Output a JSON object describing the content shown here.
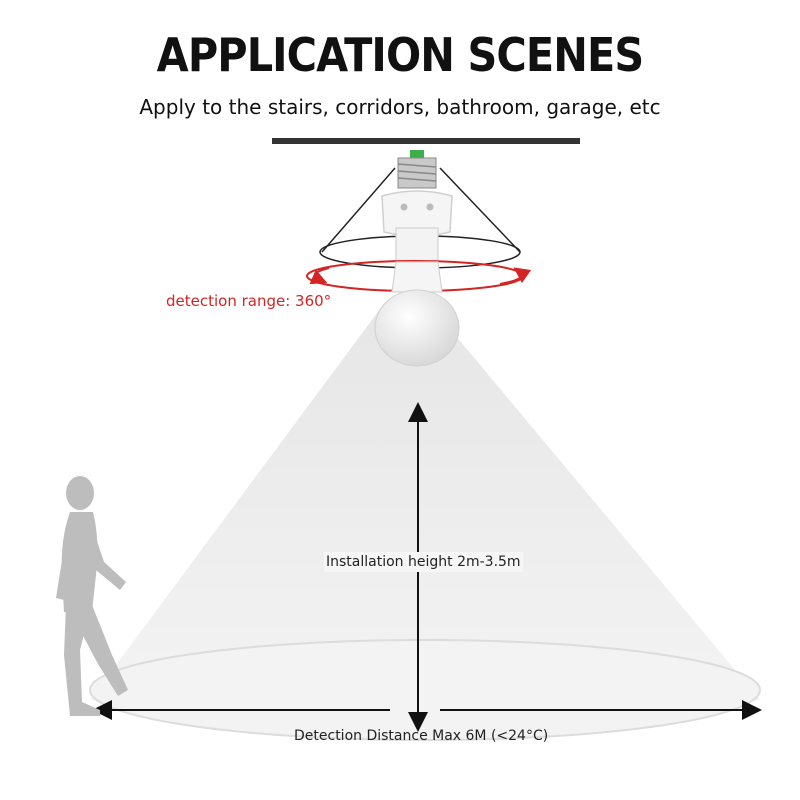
{
  "header": {
    "title": "APPLICATION SCENES",
    "subtitle": "Apply to the stairs, corridors, bathroom, garage, etc"
  },
  "labels": {
    "detection_range": "detection range: 360°",
    "installation_height": "Installation height 2m-3.5m",
    "detection_distance": "Detection Distance Max 6M (<24°C)"
  },
  "colors": {
    "accent_red": "#d42424",
    "cone": "#efefef",
    "person": "#bdbdbd"
  }
}
